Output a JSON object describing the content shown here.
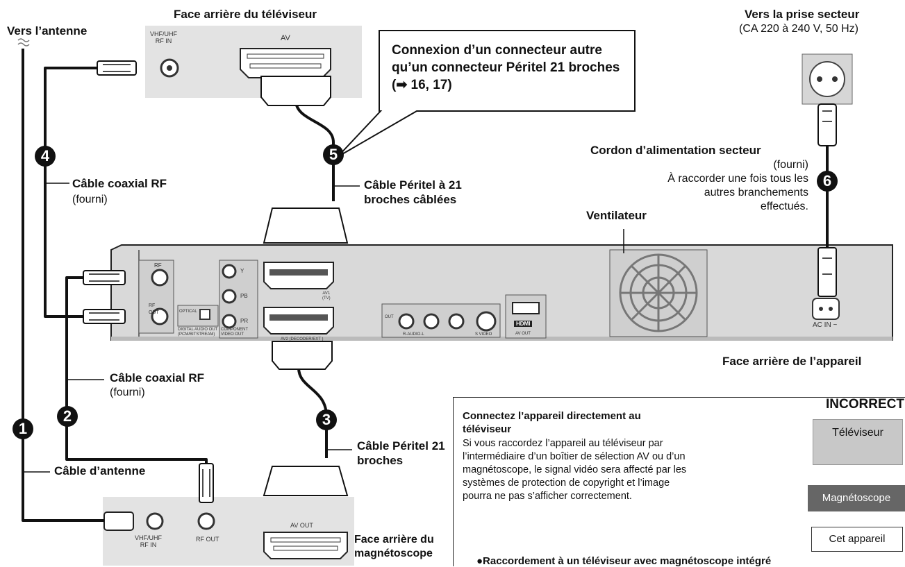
{
  "labels": {
    "antenna": "Vers l’antenne",
    "tv_rear": "Face arrière du téléviseur",
    "tv_rf_in": "VHF/UHF\nRF IN",
    "tv_av": "AV",
    "callout": "Connexion d’un connecteur autre qu’un connecteur Péritel 21 broches (➡ 16, 17)",
    "mains_title": "Vers la prise secteur",
    "mains_spec": "(CA 220 à 240 V, 50 Hz)",
    "power_cord": "Cordon d’alimentation secteur",
    "power_cord_supplied": "(fourni)",
    "power_cord_note": "À raccorder une fois tous les autres branchements effectués.",
    "coax_rf_1": "Câble coaxial RF",
    "supplied_1": "(fourni)",
    "scart_wired": "Câble Péritel à 21 broches câblées",
    "fan": "Ventilateur",
    "unit_rear": "Face arrière de l’appareil",
    "coax_rf_2": "Câble coaxial RF",
    "supplied_2": "(fourni)",
    "antenna_cable": "Câble d’antenne",
    "scart_21": "Câble Péritel 21 broches",
    "vcr_rear": "Face arrière du magnétoscope",
    "vcr_rf_in": "VHF/UHF\nRF IN",
    "vcr_rf_out": "RF OUT",
    "vcr_av_out": "AV OUT",
    "unit_av1": "AV1\n(TV)",
    "unit_av2": "AV2 (DECODER/EXT )",
    "unit_ac_in": "AC IN ~",
    "unit_rf": "RF",
    "unit_rf_out": "RF\nOUT",
    "unit_optical": "OPTICAL",
    "unit_digital_audio": "DIGITAL AUDIO OUT\n(PCM/BITSTREAM)",
    "unit_component": "COMPONENT\nVIDEO OUT",
    "unit_y": "Y",
    "unit_pb": "PB",
    "unit_pr": "PR",
    "unit_out": "OUT",
    "unit_audio": "R-AUDIO-L",
    "unit_svideo": "S VIDEO",
    "unit_hdmi": "HDMI",
    "unit_hdmi_av_out": "AV OUT"
  },
  "steps": [
    "1",
    "2",
    "3",
    "4",
    "5",
    "6"
  ],
  "notice": {
    "title": "Connectez l’appareil directement au téléviseur",
    "body": "Si vous raccordez l’appareil au téléviseur par l’intermédiaire d’un boîtier de sélection AV ou d’un magnétoscope, le signal vidéo sera affecté par les systèmes de protection de copyright et l’image pourra ne pas s’afficher correctement.",
    "incorrect": "INCORRECT",
    "tv": "Téléviseur",
    "vcr": "Magnétoscope",
    "this_unit": "Cet appareil",
    "footer": "●Raccordement à un téléviseur avec magnétoscope intégré"
  }
}
